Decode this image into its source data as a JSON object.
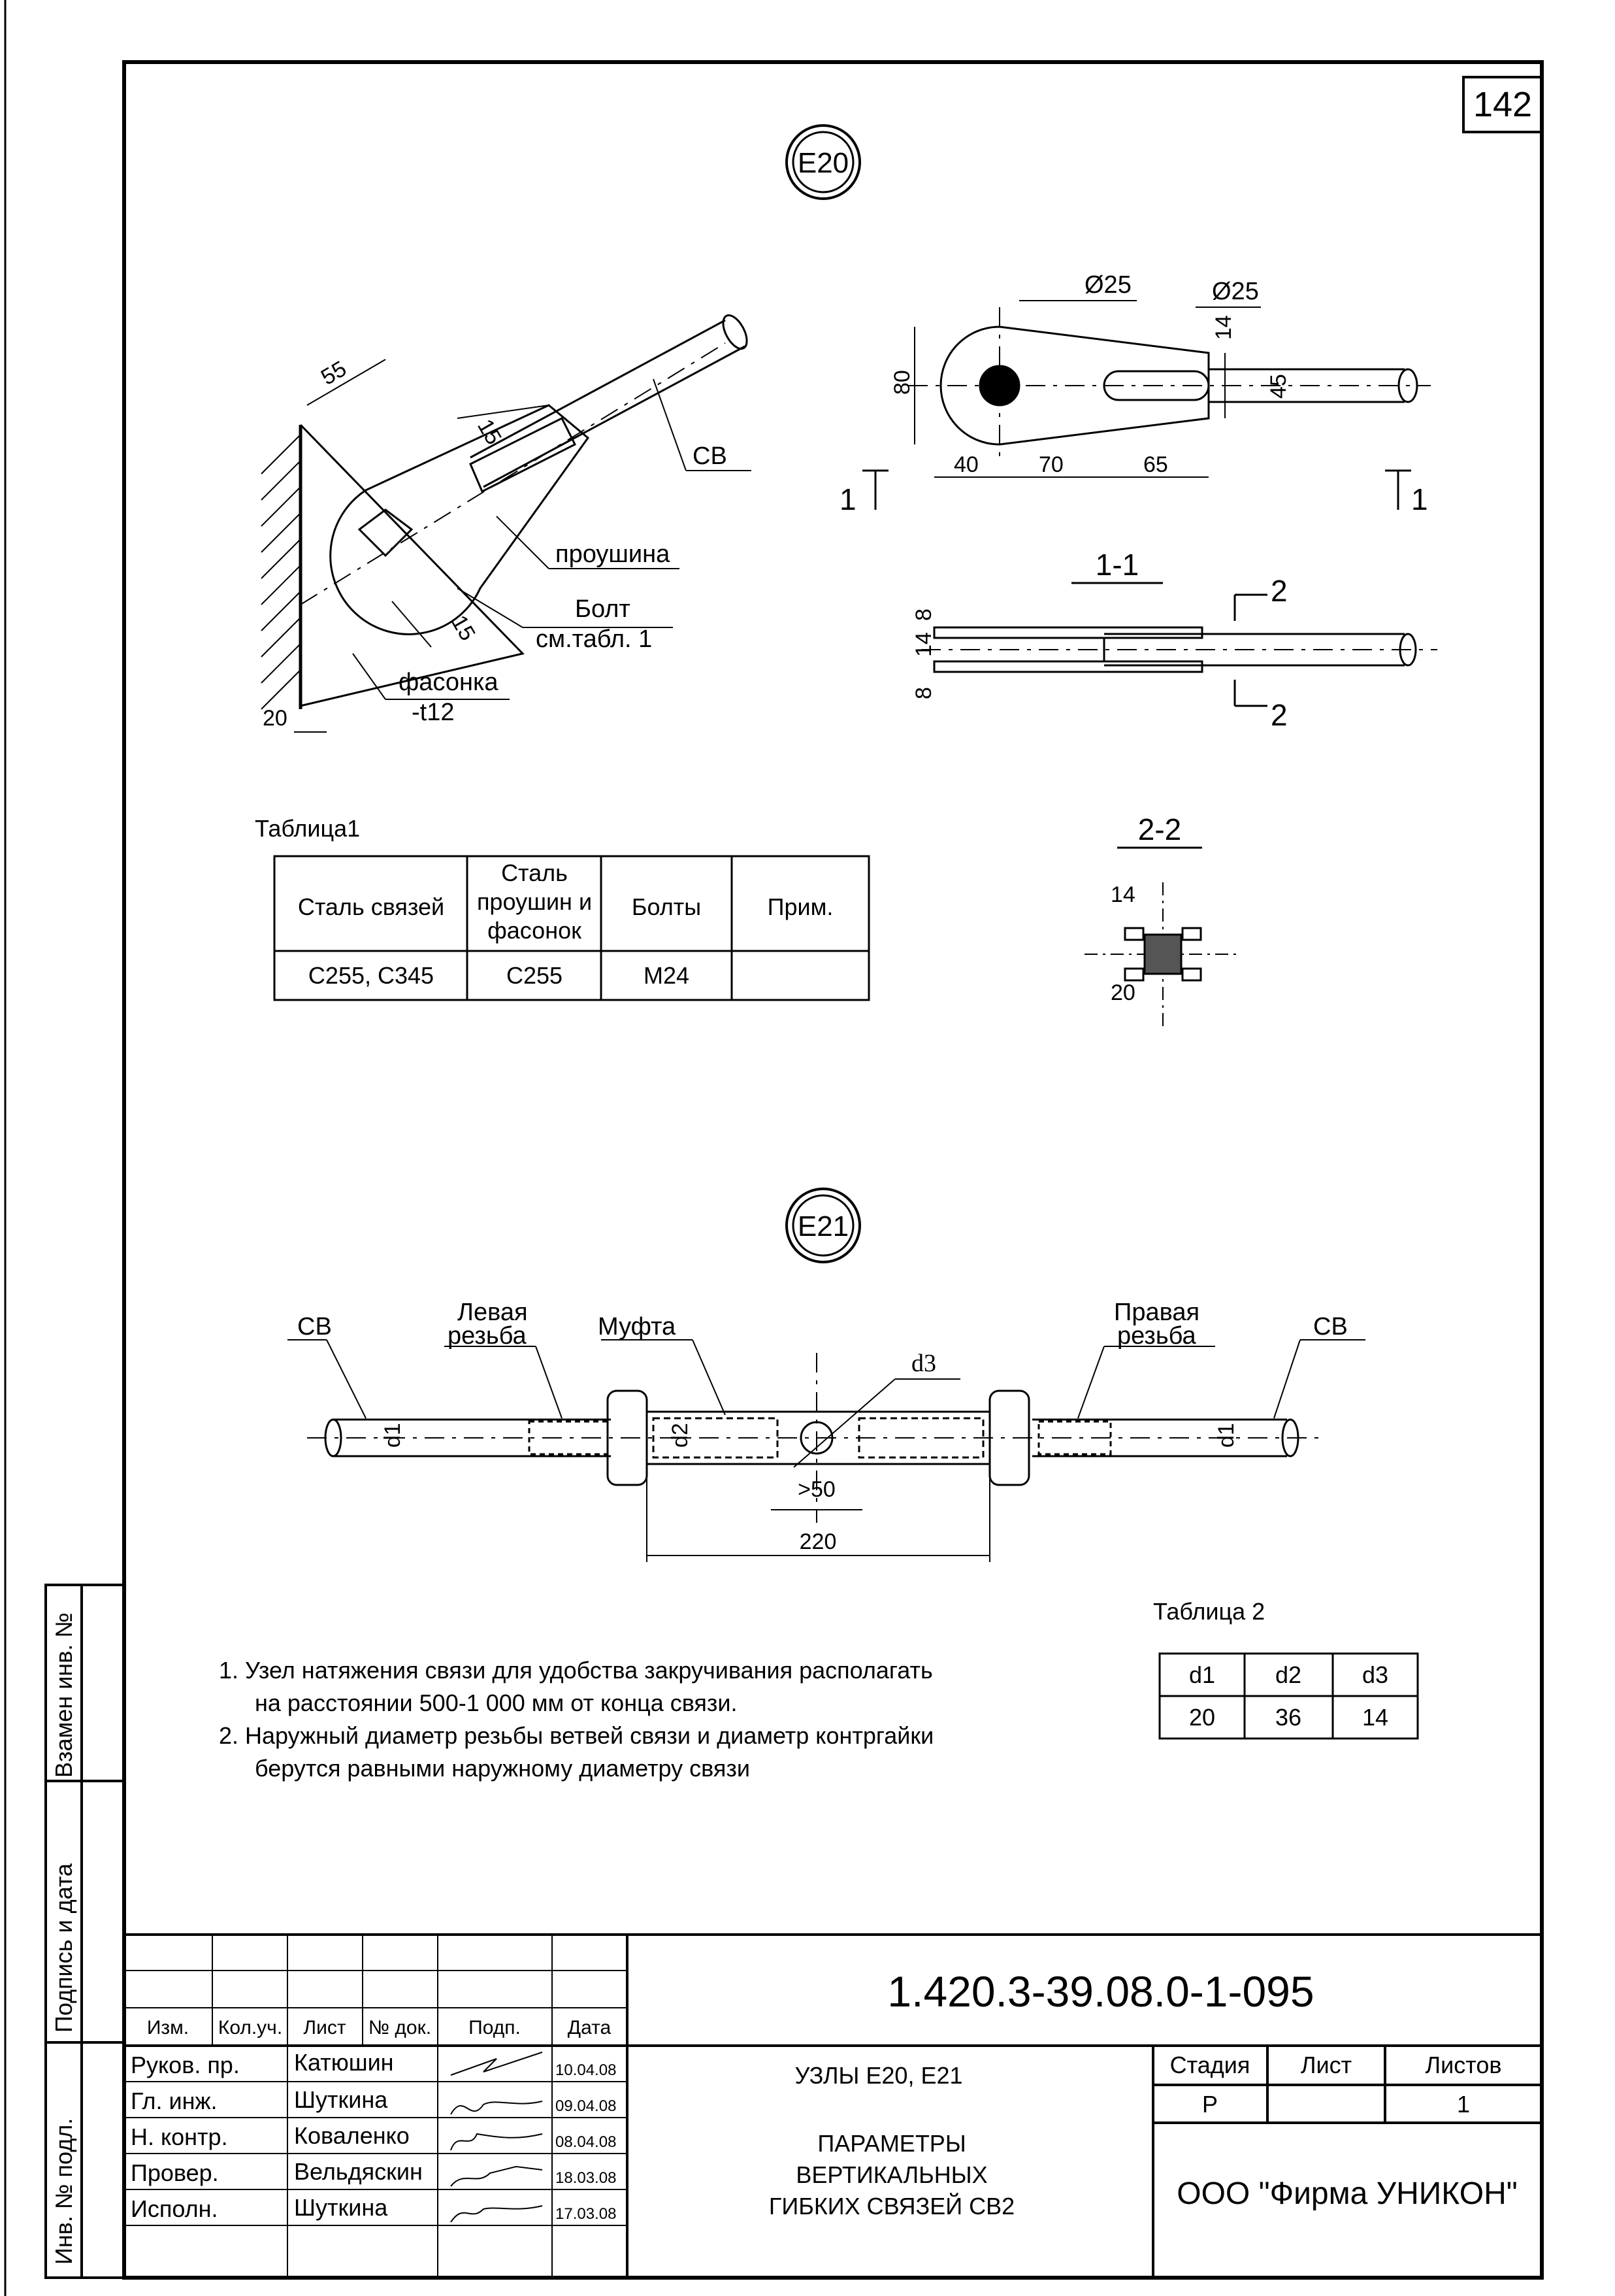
{
  "sheet_number": "142",
  "node_e20": {
    "bubble": "E20",
    "dims": {
      "d55": "55",
      "d15a": "15",
      "d15b": "15",
      "d20": "20",
      "d80": "80",
      "d40": "40",
      "d70": "70",
      "d65": "65",
      "d14": "14",
      "d45": "45",
      "dia1": "Ø25",
      "dia2": "Ø25",
      "s8a": "8",
      "s14": "14",
      "s8b": "8",
      "t14": "14",
      "t20": "20"
    },
    "labels": {
      "sv": "СВ",
      "proushina": "проушина",
      "bolt1": "Болт",
      "bolt2": "см.табл. 1",
      "fasonka": "фасонка",
      "t12": "-t12"
    },
    "sections": {
      "s11": "1-1",
      "s22": "2-2",
      "cut1l": "1",
      "cut1r": "1",
      "cut2t": "2",
      "cut2b": "2"
    }
  },
  "table1": {
    "title": "Таблица1",
    "headers": [
      "Сталь связей",
      "Сталь",
      "проушин и",
      "фасонок",
      "Болты",
      "Прим."
    ],
    "row": [
      "С255, С345",
      "С255",
      "М24",
      ""
    ]
  },
  "node_e21": {
    "bubble": "E21",
    "labels": {
      "sv_left": "СВ",
      "sv_right": "СВ",
      "left_thread1": "Левая",
      "left_thread2": "резьба",
      "muft": "Муфта",
      "right_thread1": "Правая",
      "right_thread2": "резьба",
      "d3": "d3",
      "d1l": "d1",
      "d2": "d2",
      "d1r": "d1",
      "gt50": ">50",
      "len220": "220"
    }
  },
  "table2": {
    "title": "Таблица 2",
    "headers": [
      "d1",
      "d2",
      "d3"
    ],
    "row": [
      "20",
      "36",
      "14"
    ]
  },
  "notes": [
    "1. Узел натяжения связи  для удобства  закручивания располагать",
    "на расстоянии 500-1 000 мм от конца связи.",
    "2. Наружный диаметр резьбы ветвей связи и диаметр контргайки",
    "берутся равными наружному диаметру связи"
  ],
  "side_stamp": {
    "top": "Взамен инв. №",
    "mid": "Подпись и дата",
    "bot": "Инв. № подл."
  },
  "title_block": {
    "code": "1.420.3-39.08.0-1-095",
    "rev_headers": [
      "Изм.",
      "Кол.уч.",
      "Лист",
      "№ док.",
      "Подп.",
      "Дата"
    ],
    "signers": [
      {
        "role": "Руков. пр.",
        "name": "Катюшин",
        "date": "10.04.08"
      },
      {
        "role": "Гл. инж.",
        "name": "Шуткина",
        "date": "09.04.08"
      },
      {
        "role": "Н. контр.",
        "name": "Коваленко",
        "date": "08.04.08"
      },
      {
        "role": "Провер.",
        "name": "Вельдяскин",
        "date": "18.03.08"
      },
      {
        "role": "Исполн.",
        "name": "Шуткина",
        "date": "17.03.08"
      }
    ],
    "subject": "УЗЛЫ Е20, Е21",
    "doc_title": [
      "ПАРАМЕТРЫ",
      "ВЕРТИКАЛЬНЫХ",
      "ГИБКИХ СВЯЗЕЙ СВ2"
    ],
    "stage_h": "Стадия",
    "sheet_h": "Лист",
    "sheets_h": "Листов",
    "stage": "Р",
    "sheet": "",
    "sheets": "1",
    "company": "ООО \"Фирма УНИКОН\""
  }
}
